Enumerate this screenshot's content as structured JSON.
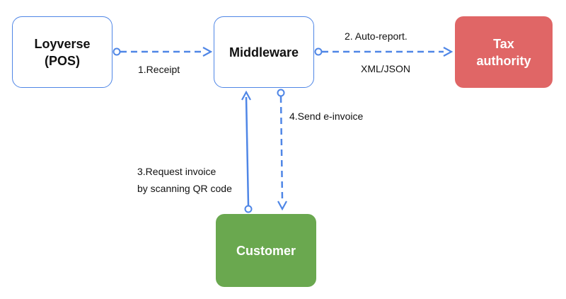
{
  "nodes": {
    "loyverse": "Loyverse\n(POS)",
    "middleware": "Middleware",
    "tax_authority": "Tax\nauthority",
    "customer": "Customer"
  },
  "edges": {
    "receipt": "1.Receipt",
    "auto_report": "2. Auto-report.",
    "auto_report_format": "XML/JSON",
    "request_invoice_line1": "3.Request invoice",
    "request_invoice_line2": "by scanning QR code",
    "send_einvoice": "4.Send e-invoice"
  },
  "colors": {
    "connector": "#4f86e6",
    "node_border": "#4f86e6",
    "tax_fill": "#e06666",
    "customer_fill": "#6aa84f"
  }
}
